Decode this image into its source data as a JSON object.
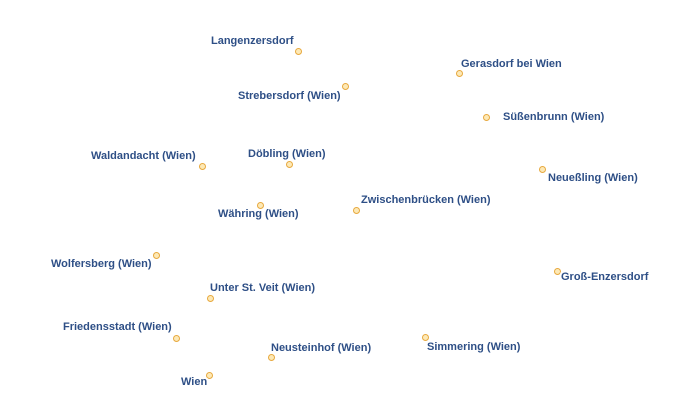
{
  "map": {
    "marker_fill": "#fde9b6",
    "marker_stroke": "#e7a93f",
    "label_color": "#2e4f86",
    "label_halo": "#ffffff",
    "places": [
      {
        "name": "Langenzersdorf"
      },
      {
        "name": "Strebersdorf (Wien)"
      },
      {
        "name": "Gerasdorf bei Wien"
      },
      {
        "name": "Süßenbrunn (Wien)"
      },
      {
        "name": "Waldandacht (Wien)"
      },
      {
        "name": "Döbling (Wien)"
      },
      {
        "name": "Neueßling (Wien)"
      },
      {
        "name": "Zwischenbrücken (Wien)"
      },
      {
        "name": "Währing (Wien)"
      },
      {
        "name": "Wolfersberg (Wien)"
      },
      {
        "name": "Groß-Enzersdorf"
      },
      {
        "name": "Unter St. Veit (Wien)"
      },
      {
        "name": "Friedensstadt (Wien)"
      },
      {
        "name": "Simmering (Wien)"
      },
      {
        "name": "Neusteinhof (Wien)"
      },
      {
        "name": "Wien"
      }
    ]
  }
}
